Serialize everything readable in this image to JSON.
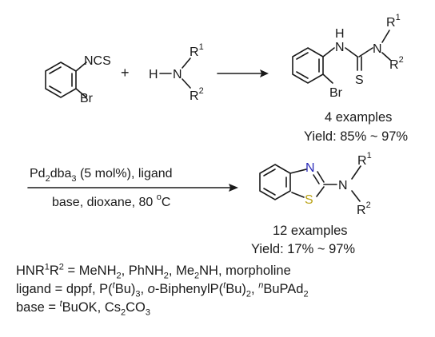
{
  "scheme": {
    "plus": "+",
    "reactant1": {
      "group": "NCS",
      "substituent": "Br"
    },
    "reactant2": {
      "h": "H",
      "n": "N",
      "r1": "R",
      "r1_sup": "1",
      "r2": "R",
      "r2_sup": "2"
    },
    "thiourea": {
      "nh_h": "H",
      "nh_n": "N",
      "n": "N",
      "s": "S",
      "br": "Br",
      "r1": "R",
      "r1_sup": "1",
      "r2": "R",
      "r2_sup": "2",
      "examples": "4 examples",
      "yield": "Yield: 85% ~ 97%"
    },
    "conditions": {
      "pd": "Pd",
      "pd_sub": "2",
      "dba": "dba",
      "dba_sub": "3",
      "rest": " (5 mol%), ligand",
      "below": "base, dioxane, 80 ",
      "deg": "o",
      "unit": "C"
    },
    "benzothiazole": {
      "n_ring": "N",
      "s_ring": "S",
      "n": "N",
      "r1": "R",
      "r1_sup": "1",
      "r2": "R",
      "r2_sup": "2",
      "examples": "12 examples",
      "yield": "Yield: 17% ~ 97%"
    }
  },
  "notes": {
    "line1": {
      "a": "HNR",
      "a_sup": "1",
      "b": "R",
      "b_sup": "2",
      "c": " = MeNH",
      "c_sub": "2",
      "d": ", PhNH",
      "d_sub": "2",
      "e": ", Me",
      "e_sub": "2",
      "f": "NH, morpholine"
    },
    "line2": {
      "a": "ligand = dppf, P(",
      "a_sup": "t",
      "b": "Bu)",
      "b_sub": "3",
      "c": ", ",
      "c_it": "o",
      "d": "-BiphenylP(",
      "d_sup": "t",
      "e": "Bu)",
      "e_sub": "2",
      "f": ", ",
      "f_sup": "n",
      "g": "BuPAd",
      "g_sub": "2"
    },
    "line3": {
      "a": "base = ",
      "a_sup": "t",
      "b": "BuOK, Cs",
      "b_sub": "2",
      "c": "CO",
      "c_sub": "3"
    }
  }
}
